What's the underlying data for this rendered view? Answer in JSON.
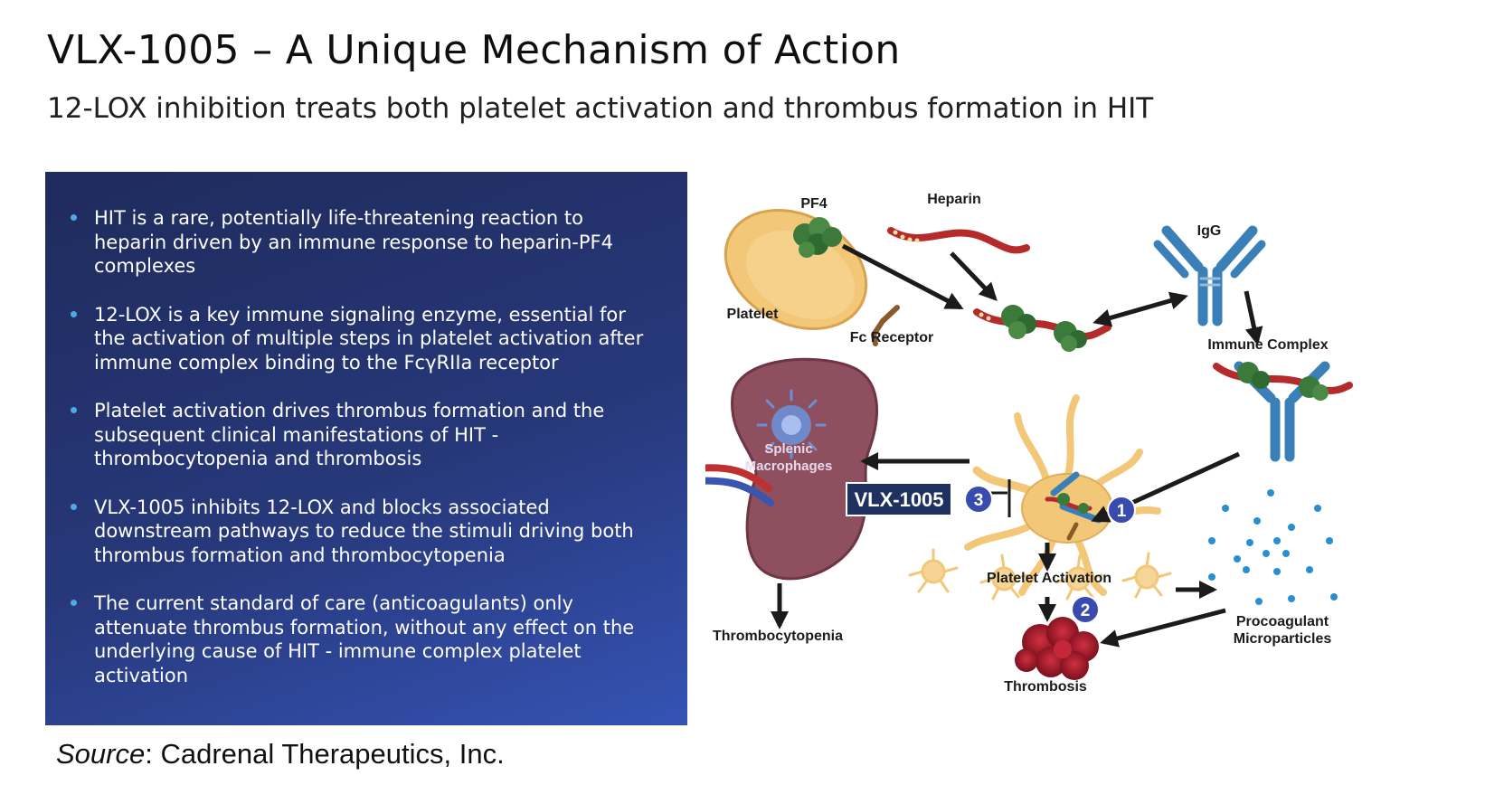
{
  "header": {
    "title": "VLX-1005 – A Unique Mechanism of Action",
    "subtitle": "12-LOX inhibition treats both platelet activation and thrombus formation in HIT"
  },
  "bullets": [
    "HIT is a rare, potentially life-threatening reaction to heparin driven by an immune response to heparin-PF4 complexes",
    "12-LOX is a key immune signaling enzyme, essential for the activation of multiple steps in platelet activation after immune complex binding to the  FcγRIIa receptor",
    "Platelet activation drives thrombus formation and the subsequent clinical manifestations of HIT - thrombocytopenia and thrombosis",
    "VLX-1005 inhibits 12-LOX and blocks associated downstream pathways to reduce the stimuli driving both thrombus formation and thrombocytopenia",
    "The current standard of care (anticoagulants) only attenuate thrombus formation, without any effect on the underlying cause of HIT - immune complex platelet activation"
  ],
  "source": {
    "label": "Source",
    "text": ": Cadrenal Therapeutics, Inc."
  },
  "diagram": {
    "labels": {
      "pf4": "PF4",
      "heparin": "Heparin",
      "igg": "IgG",
      "platelet": "Platelet",
      "fc_receptor": "Fc Receptor",
      "immune_complex": "Immune Complex",
      "splenic_1": "Splenic",
      "splenic_2": "Macrophages",
      "platelet_activation": "Platelet Activation",
      "procoagulant_1": "Procoagulant",
      "procoagulant_2": "Microparticles",
      "thrombocytopenia": "Thrombocytopenia",
      "thrombosis": "Thrombosis",
      "drug": "VLX-1005"
    },
    "steps": [
      "1",
      "2",
      "3"
    ],
    "colors": {
      "platelet": "#f2c777",
      "pf4": "#3b7a3a",
      "heparin": "#b52a2a",
      "antibody": "#3a7fb8",
      "spleen": "#8e4f5f",
      "macrophage": "#6d8fd6",
      "step_badge": "#3a4bb0",
      "drug_box": "#1f3160",
      "thrombus": "#a0182c",
      "microparticle": "#2a8fd0",
      "arrow": "#1b1b1b"
    }
  }
}
